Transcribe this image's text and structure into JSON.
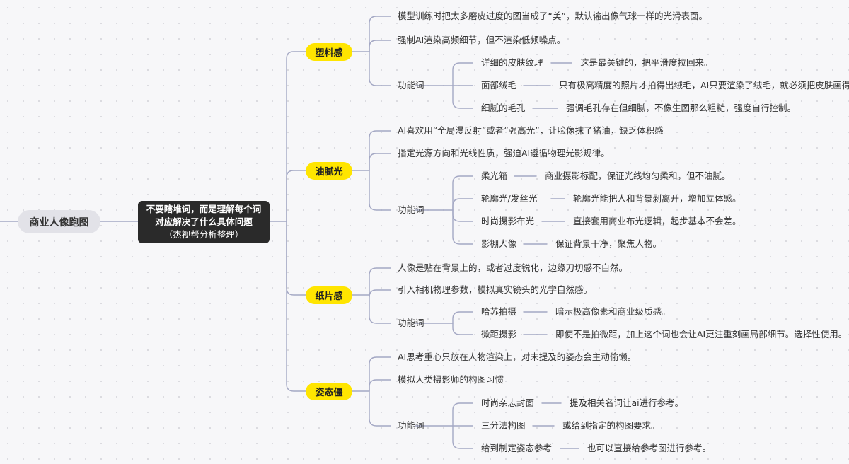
{
  "root": {
    "label": "商业人像跑图"
  },
  "center": {
    "line1": "不要瞎堆词，而是理解每个词",
    "line2": "对应解决了什么具体问题",
    "line3": "（杰视帮分析整理）"
  },
  "branches": [
    {
      "label": "塑料感",
      "items": [
        "模型训练时把太多磨皮过度的图当成了“美”，默认输出像气球一样的光滑表面。",
        "强制AI渲染高频细节，但不渲染低频噪点。"
      ],
      "func_label": "功能词",
      "func": [
        {
          "term": "详细的皮肤纹理",
          "desc": "这是最关键的，把平滑度拉回来。"
        },
        {
          "term": "面部绒毛",
          "desc": "只有极高精度的照片才拍得出绒毛，AI只要渲染了绒毛，就必须把皮肤画得"
        },
        {
          "term": "细腻的毛孔",
          "desc": "强调毛孔存在但细腻，不像生图那么粗糙，强度自行控制。"
        }
      ]
    },
    {
      "label": "油腻光",
      "items": [
        "AI喜欢用“全局漫反射”或者“强高光”，让脸像抹了猪油，缺乏体积感。",
        "指定光源方向和光线性质，强迫AI遵循物理光影规律。"
      ],
      "func_label": "功能词",
      "func": [
        {
          "term": "柔光箱",
          "desc": "商业摄影标配，保证光线均匀柔和，但不油腻。"
        },
        {
          "term": "轮廓光/发丝光",
          "desc": "轮廓光能把人和背景剥离开，增加立体感。"
        },
        {
          "term": "时尚摄影布光",
          "desc": "直接套用商业布光逻辑，起步基本不会差。"
        },
        {
          "term": "影棚人像",
          "desc": "保证背景干净，聚焦人物。"
        }
      ]
    },
    {
      "label": "纸片感",
      "items": [
        "人像是贴在背景上的，或者过度锐化，边缘刀切感不自然。",
        "引入相机物理参数，模拟真实镜头的光学自然感。"
      ],
      "func_label": "功能词",
      "func": [
        {
          "term": "哈苏拍摄",
          "desc": "暗示极高像素和商业级质感。"
        },
        {
          "term": "微距摄影",
          "desc": "即使不是拍微距，加上这个词也会让AI更注重刻画局部细节。选择性使用。"
        }
      ]
    },
    {
      "label": "姿态僵",
      "items": [
        "AI思考重心只放在人物渲染上，对未提及的姿态会主动偷懒。",
        "模拟人类摄影师的构图习惯"
      ],
      "func_label": "功能词",
      "func": [
        {
          "term": "时尚杂志封面",
          "desc": "提及相关名词让ai进行参考。"
        },
        {
          "term": "三分法构图",
          "desc": "或给到指定的构图要求。"
        },
        {
          "term": "给到制定姿态参考",
          "desc": "也可以直接给参考图进行参考。"
        }
      ]
    }
  ],
  "colors": {
    "line": "#a4a8c4",
    "pill": "#ffe500",
    "center_bg": "#2a2a2a",
    "root_bg": "#e2e2e8"
  }
}
